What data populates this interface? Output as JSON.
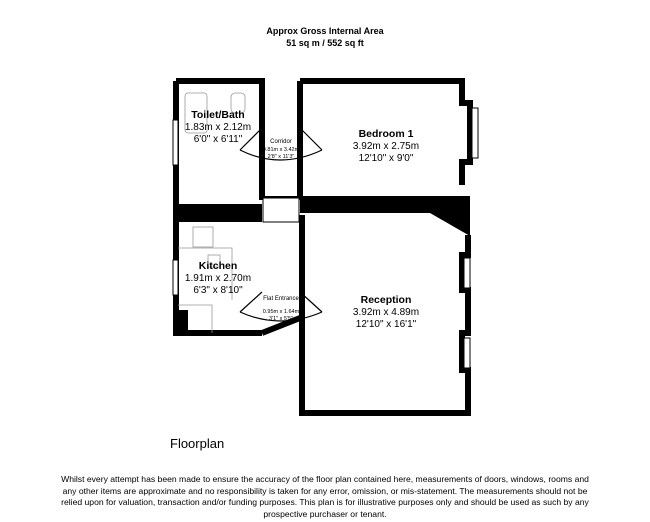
{
  "header": {
    "line1": "Approx Gross Internal Area",
    "line2": "51 sq m / 552 sq ft"
  },
  "title": "Floorplan",
  "rooms": [
    {
      "name": "Toilet/Bath",
      "metric": "1.83m x 2.12m",
      "imperial": "6'0\" x 6'11\""
    },
    {
      "name": "Corridor",
      "metric": "0.81m x 3.42m",
      "imperial": "2'8\" x 11'3\""
    },
    {
      "name": "Bedroom 1",
      "metric": "3.92m x 2.75m",
      "imperial": "12'10\" x 9'0\""
    },
    {
      "name": "Kitchen",
      "metric": "1.91m x 2.70m",
      "imperial": "6'3\" x 8'10\""
    },
    {
      "name": "Flat Entrance",
      "metric": "0.95m x 1.64m",
      "imperial": "3'1\" x 5'5\""
    },
    {
      "name": "Reception",
      "metric": "3.92m x 4.89m",
      "imperial": "12'10\" x 16'1\""
    }
  ],
  "disclaimer": "Whilst every attempt has been made to ensure the accuracy of the floor plan contained here, measurements of doors, windows, rooms and any other items are approximate and no responsibility is taken for any error, omission, or mis-statement. The measurements should not be relied upon for valuation, transaction and/or funding purposes. This plan is for illustrative purposes only and should be used as such by any prospective purchaser or tenant."
}
